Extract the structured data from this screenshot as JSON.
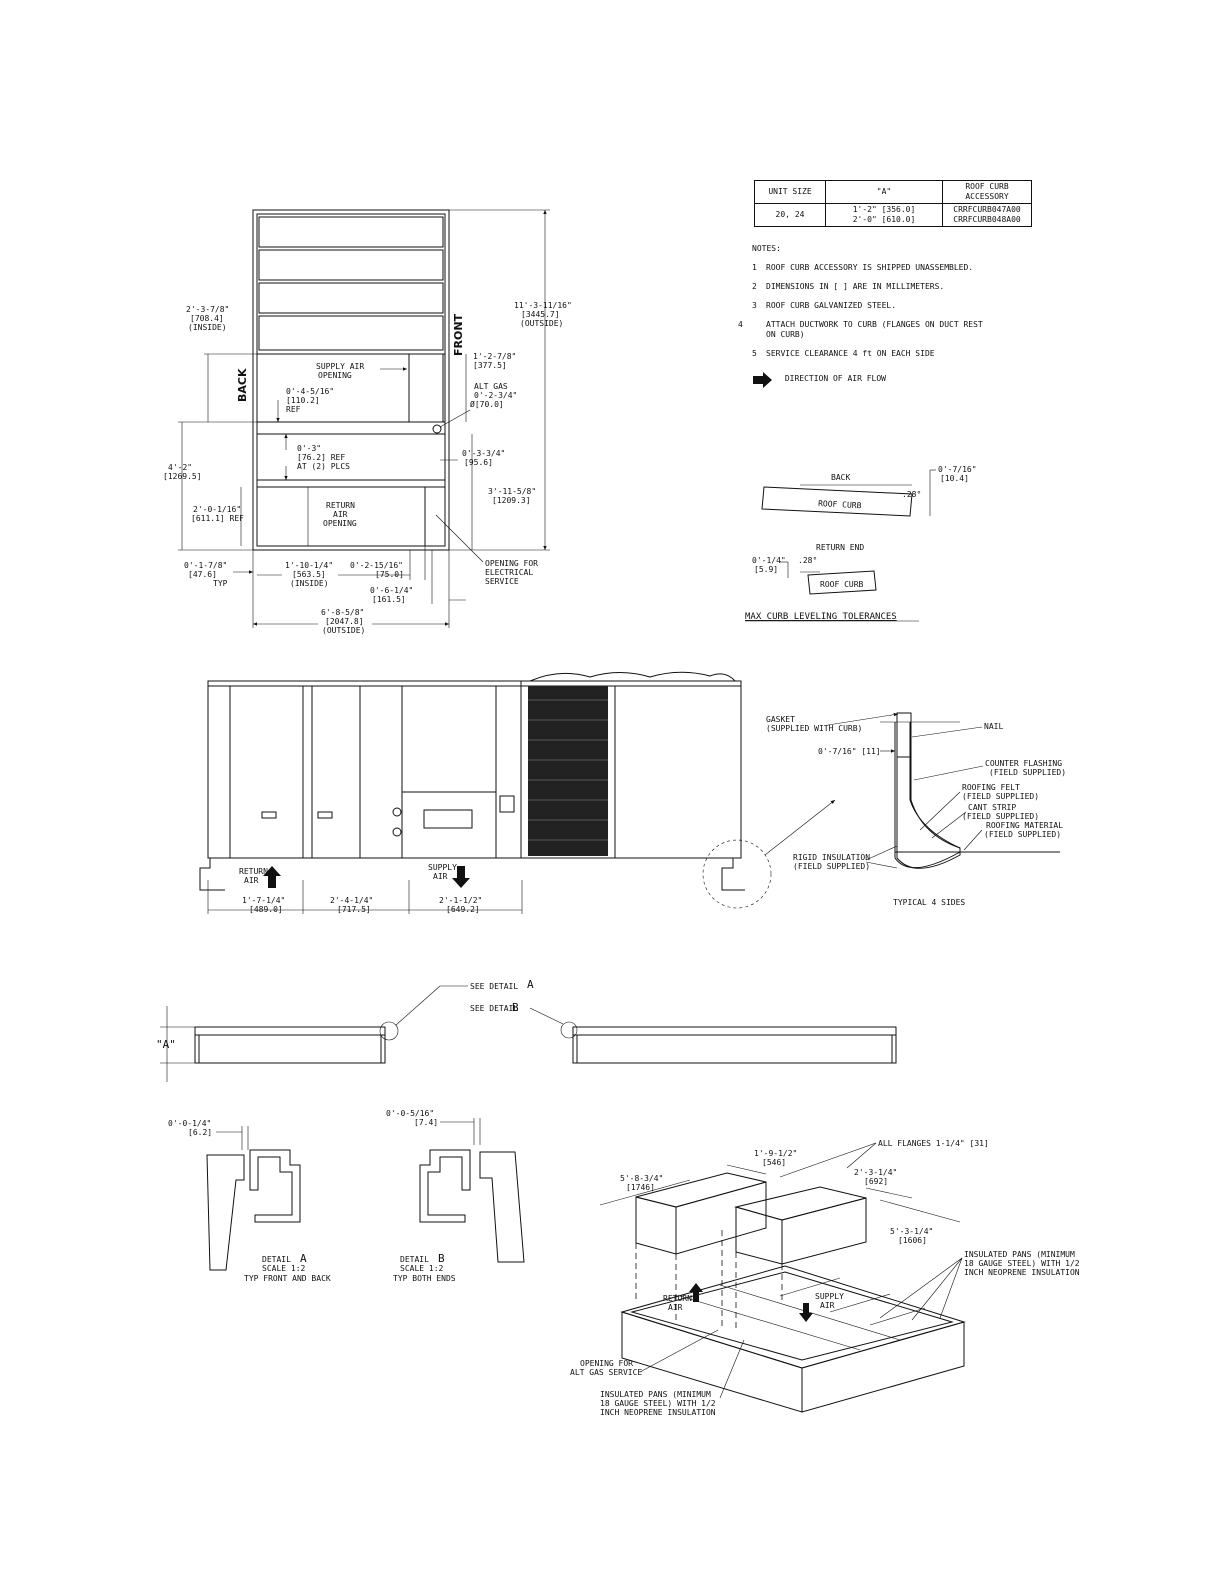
{
  "table": {
    "headers": [
      "UNIT SIZE",
      "\"A\"",
      "ROOF CURB ACCESSORY"
    ],
    "rows": [
      {
        "size": "20, 24",
        "a_1": "1'-2\" [356.0]",
        "a_2": "2'-0\" [610.0]",
        "acc_1": "CRRFCURB047A00",
        "acc_2": "CRRFCURB048A00"
      }
    ]
  },
  "notes": {
    "heading": "NOTES:",
    "items": [
      {
        "n": "1",
        "text": "ROOF CURB ACCESSORY IS SHIPPED UNASSEMBLED."
      },
      {
        "n": "2",
        "text": "DIMENSIONS IN [ ] ARE IN MILLIMETERS."
      },
      {
        "n": "3",
        "text": "ROOF CURB GALVANIZED STEEL."
      },
      {
        "n": "4",
        "text": "ATTACH DUCTWORK TO CURB (FLANGES ON DUCT REST ON CURB)"
      },
      {
        "n": "5",
        "text": "SERVICE CLEARANCE 4 ft ON EACH SIDE"
      }
    ],
    "flow_legend": "DIRECTION OF AIR FLOW"
  },
  "plan": {
    "back": "BACK",
    "front": "FRONT",
    "inside_width": [
      "2'-3-7/8\"",
      "[708.4]",
      "(INSIDE)"
    ],
    "outside_length": [
      "11'-3-11/16\"",
      "[3445.7]",
      "(OUTSIDE)"
    ],
    "supply_opening": [
      "SUPPLY AIR",
      "OPENING"
    ],
    "dim_1_2": [
      "1'-2-7/8\"",
      "[377.5]"
    ],
    "ref_4": [
      "0'-4-5/16\"",
      "[110.2]",
      "REF"
    ],
    "alt_gas": [
      "ALT GAS",
      "0'-2-3/4\"",
      "Ø[70.0]"
    ],
    "ref_3": [
      "0'-3\"",
      "[76.2] REF",
      "AT (2) PLCS"
    ],
    "dim_3_3": [
      "0'-3-3/4\"",
      "[95.6]"
    ],
    "dim_4_2": [
      "4'-2\"",
      "[1269.5]"
    ],
    "return_opening": [
      "RETURN",
      "AIR",
      "OPENING"
    ],
    "dim_3_11": [
      "3'-11-5/8\"",
      "[1209.3]"
    ],
    "ref_2_0": [
      "2'-0-1/16\"",
      "[611.1] REF"
    ],
    "typ_1_7": [
      "0'-1-7/8\"",
      "[47.6]",
      "TYP"
    ],
    "inside_1_10": [
      "1'-10-1/4\"",
      "[563.5]",
      "(INSIDE)"
    ],
    "dim_2_15": [
      "0'-2-15/16\"",
      "[75.0]"
    ],
    "elec": [
      "OPENING FOR",
      "ELECTRICAL",
      "SERVICE"
    ],
    "dim_6_1": [
      "0'-6-1/4\"",
      "[161.5]"
    ],
    "outside_6_8": [
      "6'-8-5/8\"",
      "[2047.8]",
      "(OUTSIDE)"
    ]
  },
  "tolerance": {
    "back": "BACK",
    "roof_curb": "ROOF CURB",
    "deg": ".28°",
    "dim_7_16": [
      "0'-7/16\"",
      "[10.4]"
    ],
    "return_end": "RETURN END",
    "dim_1_4": [
      "0'-1/4\"",
      "[5.9]"
    ],
    "title": "MAX CURB LEVELING TOLERANCES"
  },
  "elevation": {
    "return_air": [
      "RETURN",
      "AIR"
    ],
    "supply_air": [
      "SUPPLY",
      "AIR"
    ],
    "d1": [
      "1'-7-1/4\"",
      "[489.0]"
    ],
    "d2": [
      "2'-4-1/4\"",
      "[717.5]"
    ],
    "d3": [
      "2'-1-1/2\"",
      "[649.2]"
    ]
  },
  "curb_detail": {
    "gasket": [
      "GASKET",
      "(SUPPLIED WITH CURB)"
    ],
    "nail": "NAIL",
    "dim_7_16": "0'-7/16\" [11]",
    "counter": [
      "COUNTER FLASHING",
      "(FIELD SUPPLIED)"
    ],
    "felt": [
      "ROOFING FELT",
      "(FIELD SUPPLIED)"
    ],
    "cant": [
      "CANT STRIP",
      "(FIELD SUPPLIED)"
    ],
    "material": [
      "ROOFING MATERIAL",
      "(FIELD SUPPLIED)"
    ],
    "rigid": [
      "RIGID INSULATION",
      "(FIELD SUPPLIED)"
    ],
    "typical": "TYPICAL 4 SIDES"
  },
  "side_views": {
    "see_a": "SEE DETAIL",
    "see_b": "SEE DETAIL",
    "letter_a": "A",
    "letter_b": "B",
    "dim_a": "\"A\""
  },
  "details": {
    "a_dim": [
      "0'-0-1/4\"",
      "[6.2]"
    ],
    "a_label": [
      "DETAIL",
      "SCALE  1:2",
      "TYP FRONT AND BACK"
    ],
    "b_dim": [
      "0'-0-5/16\"",
      "[7.4]"
    ],
    "b_label": [
      "DETAIL",
      "SCALE  1:2",
      "TYP BOTH ENDS"
    ]
  },
  "iso": {
    "flanges": "ALL FLANGES 1-1/4\" [31]",
    "d_1_9": [
      "1'-9-1/2\"",
      "[546]"
    ],
    "d_5_8": [
      "5'-8-3/4\"",
      "[1746]"
    ],
    "d_2_3": [
      "2'-3-1/4\"",
      "[692]"
    ],
    "d_5_3": [
      "5'-3-1/4\"",
      "[1606]"
    ],
    "pans_r": [
      "INSULATED PANS (MINIMUM",
      "18 GAUGE STEEL) WITH 1/2",
      "INCH NEOPRENE INSULATION"
    ],
    "return_air": [
      "RETURN",
      "AIR"
    ],
    "supply_air": [
      "SUPPLY",
      "AIR"
    ],
    "alt_gas": [
      "OPENING FOR",
      "ALT GAS SERVICE"
    ],
    "pans_b": [
      "INSULATED PANS (MINIMUM",
      "18 GAUGE STEEL) WITH 1/2",
      "INCH NEOPRENE INSULATION"
    ]
  }
}
